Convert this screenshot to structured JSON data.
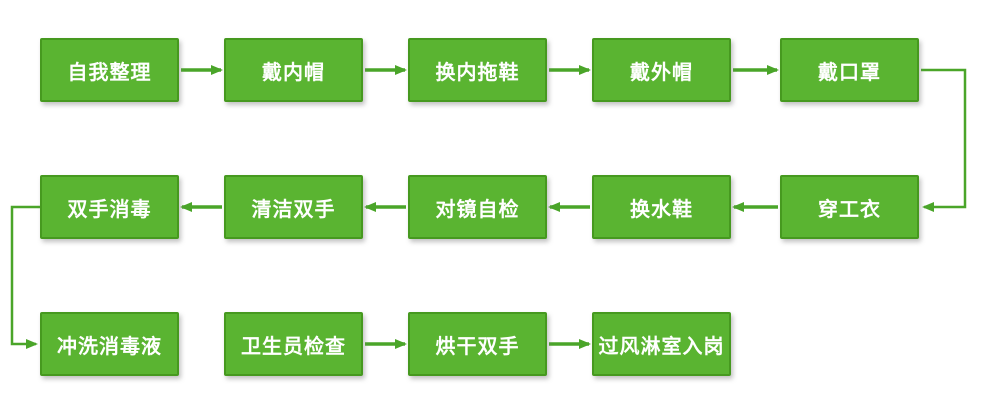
{
  "colors": {
    "node-fill": "#5ab431",
    "node-border": "#46991f",
    "arrow": "#4aa529",
    "text": "#ffffff",
    "background": "#ffffff"
  },
  "nodes": {
    "r1": [
      "自我整理",
      "戴内帽",
      "换内拖鞋",
      "戴外帽",
      "戴口罩"
    ],
    "r2": [
      "双手消毒",
      "清洁双手",
      "对镜自检",
      "换水鞋",
      "穿工衣"
    ],
    "r3": [
      "冲洗消毒液",
      "卫生员检查",
      "烘干双手",
      "过风淋室入岗"
    ]
  }
}
